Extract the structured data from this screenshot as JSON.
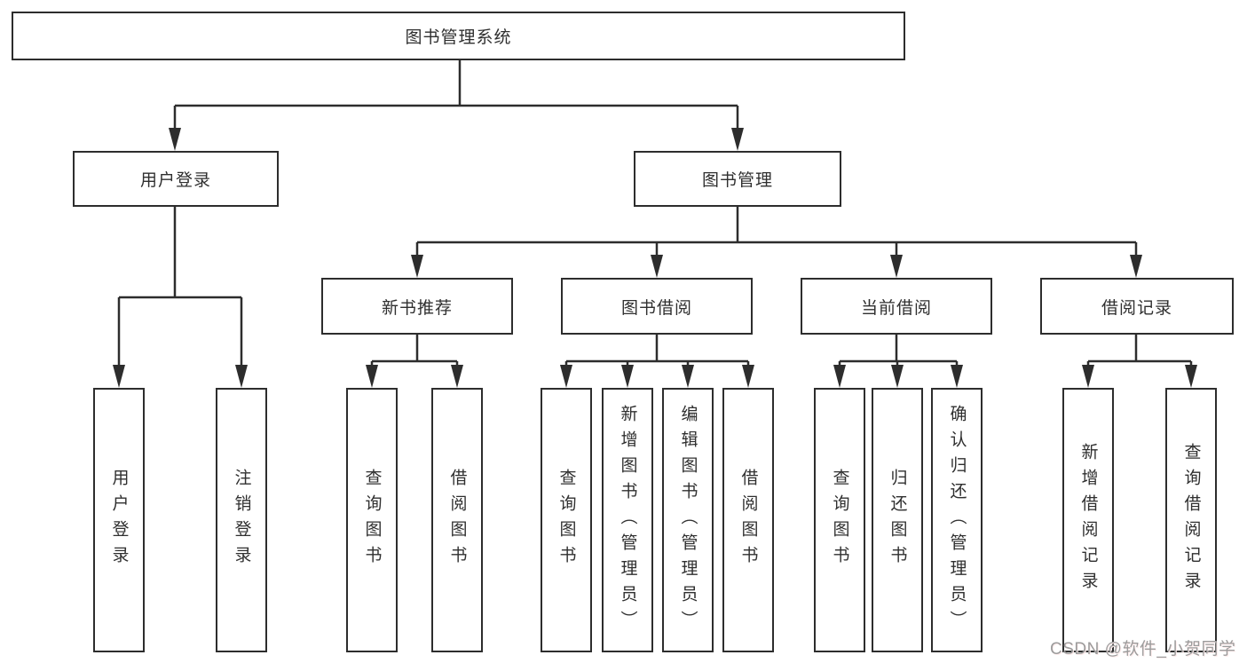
{
  "nodes": {
    "root": {
      "label": "图书管理系统"
    },
    "level2": [
      {
        "id": "user-login",
        "label": "用户登录"
      },
      {
        "id": "book-management",
        "label": "图书管理"
      }
    ],
    "level3": [
      {
        "id": "new-book-recommend",
        "label": "新书推荐"
      },
      {
        "id": "book-borrow",
        "label": "图书借阅"
      },
      {
        "id": "current-borrow",
        "label": "当前借阅"
      },
      {
        "id": "borrow-records",
        "label": "借阅记录"
      }
    ],
    "leaves": {
      "user_login": [
        "用户登录",
        "注销登录"
      ],
      "new_book_recommend": [
        "查询图书",
        "借阅图书"
      ],
      "book_borrow": [
        "查询图书",
        "新增图书（管理员）",
        "编辑图书（管理员）",
        "借阅图书"
      ],
      "current_borrow": [
        "查询图书",
        "归还图书",
        "确认归还（管理员）"
      ],
      "borrow_records": [
        "新增借阅记录",
        "查询借阅记录"
      ]
    }
  },
  "watermark": {
    "text": "CSDN @软件_小贺同学"
  },
  "colors": {
    "line": "#2d2d2d",
    "box_border": "#2d2d2d",
    "box_fill": "#ffffff",
    "text": "#2f2f2f",
    "watermark": "#9c9c9c",
    "background": "#ffffff"
  }
}
